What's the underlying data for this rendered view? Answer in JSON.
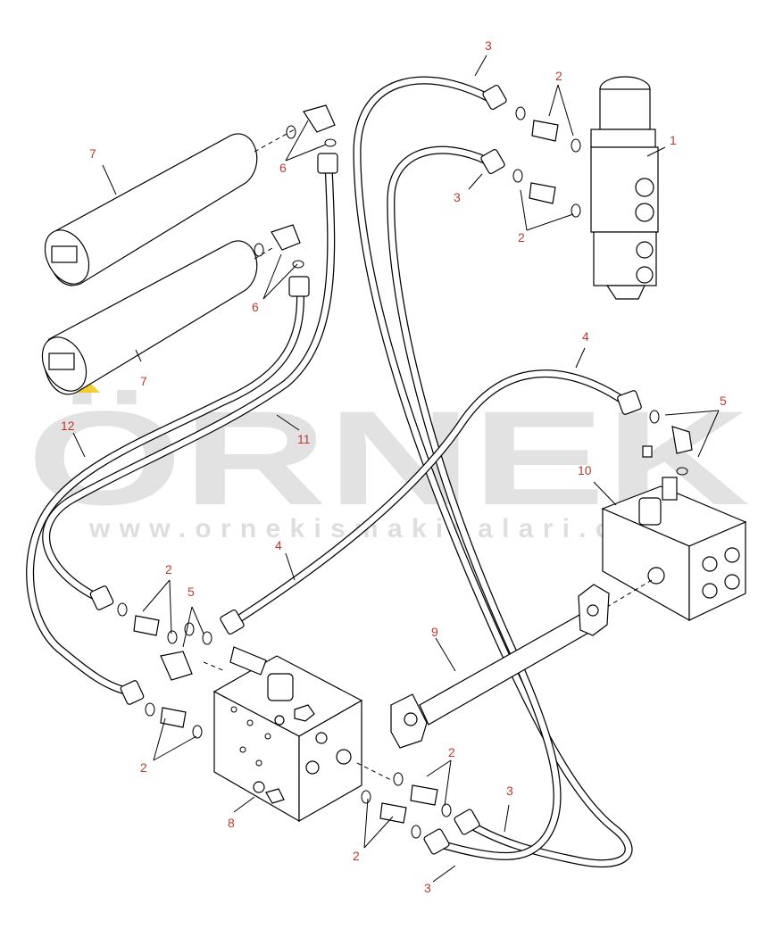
{
  "watermark": {
    "brand": "ÖRNEK",
    "url": "www.ornekismakinalari.com.tr"
  },
  "callouts": {
    "c1": "1",
    "c2a": "2",
    "c2b": "2",
    "c2c": "2",
    "c2d": "2",
    "c2e": "2",
    "c2f": "2",
    "c3a": "3",
    "c3b": "3",
    "c3c": "3",
    "c3d": "3",
    "c4a": "4",
    "c4b": "4",
    "c5a": "5",
    "c5b": "5",
    "c6a": "6",
    "c6b": "6",
    "c7a": "7",
    "c7b": "7",
    "c8": "8",
    "c9": "9",
    "c10": "10",
    "c11": "11",
    "c12": "12"
  },
  "colors": {
    "callout": "#c0392b",
    "line": "#000000",
    "watermark": "#d9d9d9",
    "watermark_accent": "#f2c300"
  }
}
